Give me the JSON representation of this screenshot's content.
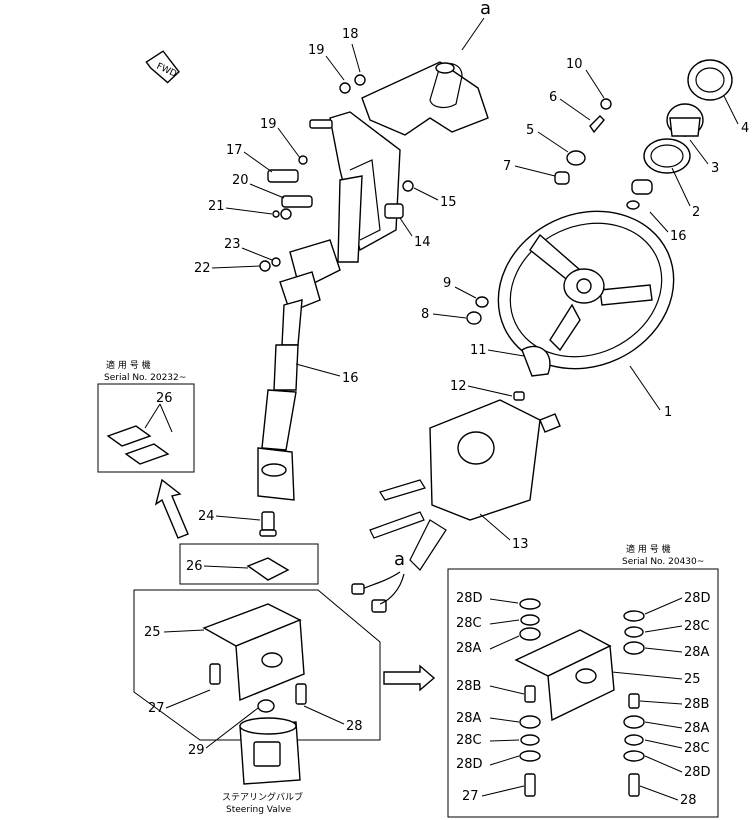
{
  "arrows": {
    "fwd": "FWD",
    "a_top": "a",
    "a_bottom": "a"
  },
  "serial_left": {
    "jp": "適 用 号 機",
    "en": "Serial No. 20232~",
    "part": "26"
  },
  "serial_right": {
    "jp": "適 用 号 機",
    "en": "Serial No. 20430~"
  },
  "valve": {
    "jp": "ステアリングバルブ",
    "en": "Steering Valve"
  },
  "callouts": {
    "c1": "1",
    "c2": "2",
    "c3": "3",
    "c4": "4",
    "c5": "5",
    "c6": "6",
    "c7": "7",
    "c8": "8",
    "c9": "9",
    "c10": "10",
    "c11": "11",
    "c12": "12",
    "c13": "13",
    "c14": "14",
    "c15": "15",
    "c16a": "16",
    "c16b": "16",
    "c17": "17",
    "c18": "18",
    "c19a": "19",
    "c19b": "19",
    "c20": "20",
    "c21": "21",
    "c22": "22",
    "c23": "23",
    "c24": "24",
    "c26": "26",
    "c25": "25",
    "c27": "27",
    "c28": "28",
    "c29": "29"
  },
  "detail_left": [
    "28D",
    "28C",
    "28A",
    "28B",
    "28A",
    "28C",
    "28D",
    "27"
  ],
  "detail_right": [
    "28D",
    "28C",
    "28A",
    "25",
    "28B",
    "28A",
    "28C",
    "28D",
    "28"
  ]
}
